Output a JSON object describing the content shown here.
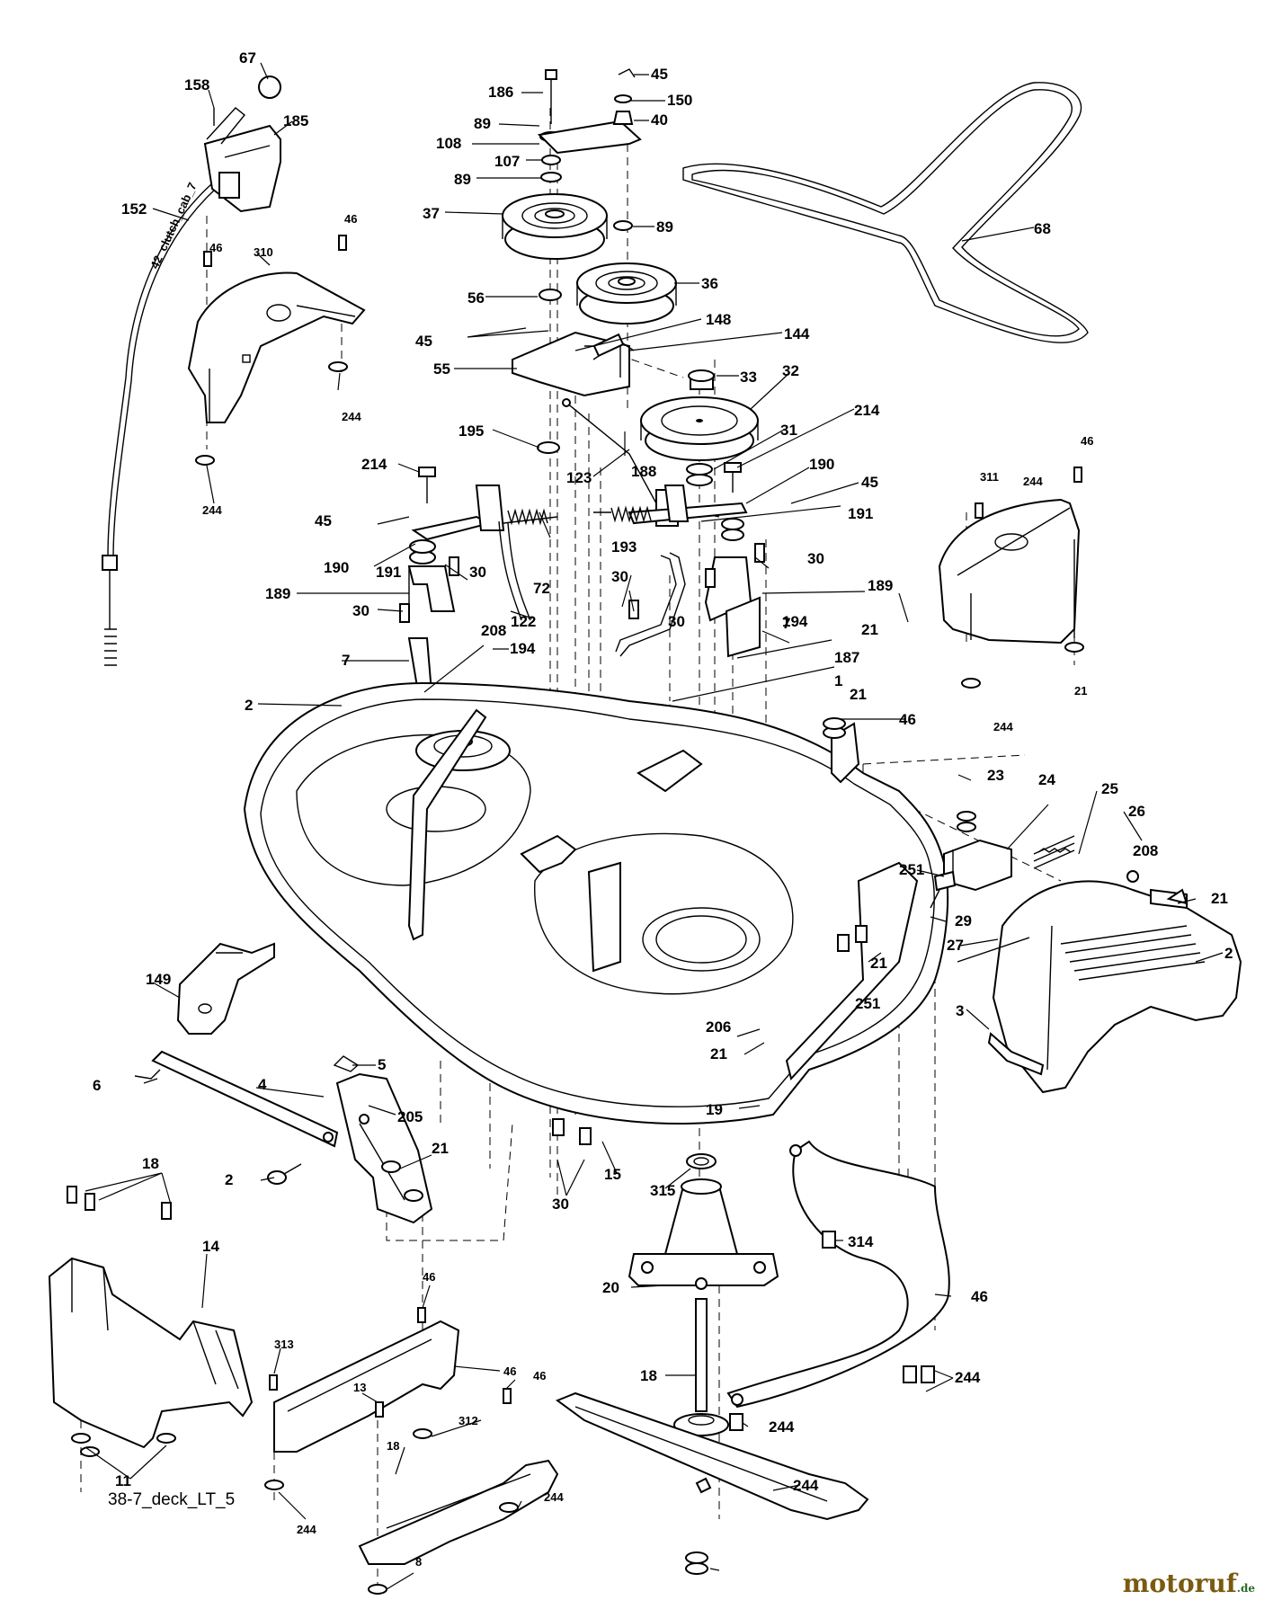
{
  "diagram": {
    "drawing_id": "38-7_deck_LT_5",
    "watermark": "motoruf",
    "watermark_suffix": ".de",
    "cable_tag": "42_clutch_cab_7",
    "callouts": [
      {
        "id": "c67",
        "text": "67"
      },
      {
        "id": "c158",
        "text": "158"
      },
      {
        "id": "c185",
        "text": "185"
      },
      {
        "id": "c152",
        "text": "152"
      },
      {
        "id": "c46a",
        "text": "46"
      },
      {
        "id": "c46b",
        "text": "46"
      },
      {
        "id": "c310",
        "text": "310"
      },
      {
        "id": "c244a",
        "text": "244"
      },
      {
        "id": "c244b",
        "text": "244"
      },
      {
        "id": "c186",
        "text": "186"
      },
      {
        "id": "c89a",
        "text": "89"
      },
      {
        "id": "c108",
        "text": "108"
      },
      {
        "id": "c107",
        "text": "107"
      },
      {
        "id": "c89b",
        "text": "89"
      },
      {
        "id": "c37",
        "text": "37"
      },
      {
        "id": "c56",
        "text": "56"
      },
      {
        "id": "c45a",
        "text": "45"
      },
      {
        "id": "c150",
        "text": "150"
      },
      {
        "id": "c40",
        "text": "40"
      },
      {
        "id": "c89c",
        "text": "89"
      },
      {
        "id": "c36",
        "text": "36"
      },
      {
        "id": "c68",
        "text": "68"
      },
      {
        "id": "c148",
        "text": "148"
      },
      {
        "id": "c144",
        "text": "144"
      },
      {
        "id": "c45b",
        "text": "45"
      },
      {
        "id": "c55",
        "text": "55"
      },
      {
        "id": "c33",
        "text": "33"
      },
      {
        "id": "c32",
        "text": "32"
      },
      {
        "id": "c214a",
        "text": "214"
      },
      {
        "id": "c31",
        "text": "31"
      },
      {
        "id": "c195",
        "text": "195"
      },
      {
        "id": "c188",
        "text": "188"
      },
      {
        "id": "c123",
        "text": "123"
      },
      {
        "id": "c214b",
        "text": "214"
      },
      {
        "id": "c190a",
        "text": "190"
      },
      {
        "id": "c45c",
        "text": "45"
      },
      {
        "id": "c191a",
        "text": "191"
      },
      {
        "id": "c45d",
        "text": "45"
      },
      {
        "id": "c190b",
        "text": "190"
      },
      {
        "id": "c191b",
        "text": "191"
      },
      {
        "id": "c30a",
        "text": "30"
      },
      {
        "id": "c72",
        "text": "72"
      },
      {
        "id": "c193",
        "text": "193"
      },
      {
        "id": "c30b",
        "text": "30"
      },
      {
        "id": "c189a",
        "text": "189"
      },
      {
        "id": "c30c",
        "text": "30"
      },
      {
        "id": "c122",
        "text": "122"
      },
      {
        "id": "c30d",
        "text": "30"
      },
      {
        "id": "c30e",
        "text": "30"
      },
      {
        "id": "c189b",
        "text": "189"
      },
      {
        "id": "c194a",
        "text": "194"
      },
      {
        "id": "c7a",
        "text": "7"
      },
      {
        "id": "c208a",
        "text": "208"
      },
      {
        "id": "c194b",
        "text": "194"
      },
      {
        "id": "c7b",
        "text": "7"
      },
      {
        "id": "c21a",
        "text": "21"
      },
      {
        "id": "c187",
        "text": "187"
      },
      {
        "id": "c1",
        "text": "1"
      },
      {
        "id": "c2a",
        "text": "2"
      },
      {
        "id": "c21b",
        "text": "21"
      },
      {
        "id": "c46c",
        "text": "46"
      },
      {
        "id": "c46d",
        "text": "46"
      },
      {
        "id": "c311",
        "text": "311"
      },
      {
        "id": "c244c",
        "text": "244"
      },
      {
        "id": "c244d",
        "text": "244"
      },
      {
        "id": "c21c",
        "text": "21"
      },
      {
        "id": "c23",
        "text": "23"
      },
      {
        "id": "c24",
        "text": "24"
      },
      {
        "id": "c25",
        "text": "25"
      },
      {
        "id": "c26",
        "text": "26"
      },
      {
        "id": "c208b",
        "text": "208"
      },
      {
        "id": "c251a",
        "text": "251"
      },
      {
        "id": "c21d",
        "text": "21"
      },
      {
        "id": "c29",
        "text": "29"
      },
      {
        "id": "c27",
        "text": "27"
      },
      {
        "id": "c2b",
        "text": "2"
      },
      {
        "id": "c21e",
        "text": "21"
      },
      {
        "id": "c251b",
        "text": "251"
      },
      {
        "id": "c3",
        "text": "3"
      },
      {
        "id": "c149",
        "text": "149"
      },
      {
        "id": "c5",
        "text": "5"
      },
      {
        "id": "c6",
        "text": "6"
      },
      {
        "id": "c4",
        "text": "4"
      },
      {
        "id": "c205",
        "text": "205"
      },
      {
        "id": "c206",
        "text": "206"
      },
      {
        "id": "c21f",
        "text": "21"
      },
      {
        "id": "c21g",
        "text": "21"
      },
      {
        "id": "c19",
        "text": "19"
      },
      {
        "id": "c2c",
        "text": "2"
      },
      {
        "id": "c30f",
        "text": "30"
      },
      {
        "id": "c15",
        "text": "15"
      },
      {
        "id": "c315",
        "text": "315"
      },
      {
        "id": "c18a",
        "text": "18"
      },
      {
        "id": "c314",
        "text": "314"
      },
      {
        "id": "c14",
        "text": "14"
      },
      {
        "id": "c20",
        "text": "20"
      },
      {
        "id": "c46e",
        "text": "46"
      },
      {
        "id": "c46f",
        "text": "46"
      },
      {
        "id": "c313",
        "text": "313"
      },
      {
        "id": "c46g",
        "text": "46"
      },
      {
        "id": "c46h",
        "text": "46"
      },
      {
        "id": "c13",
        "text": "13"
      },
      {
        "id": "c18b",
        "text": "18"
      },
      {
        "id": "c244e",
        "text": "244"
      },
      {
        "id": "c312",
        "text": "312"
      },
      {
        "id": "c18c",
        "text": "18"
      },
      {
        "id": "c244f",
        "text": "244"
      },
      {
        "id": "c244g",
        "text": "244"
      },
      {
        "id": "c11",
        "text": "11"
      },
      {
        "id": "c244h",
        "text": "244"
      },
      {
        "id": "c244i",
        "text": "244"
      },
      {
        "id": "c8",
        "text": "8"
      }
    ]
  }
}
